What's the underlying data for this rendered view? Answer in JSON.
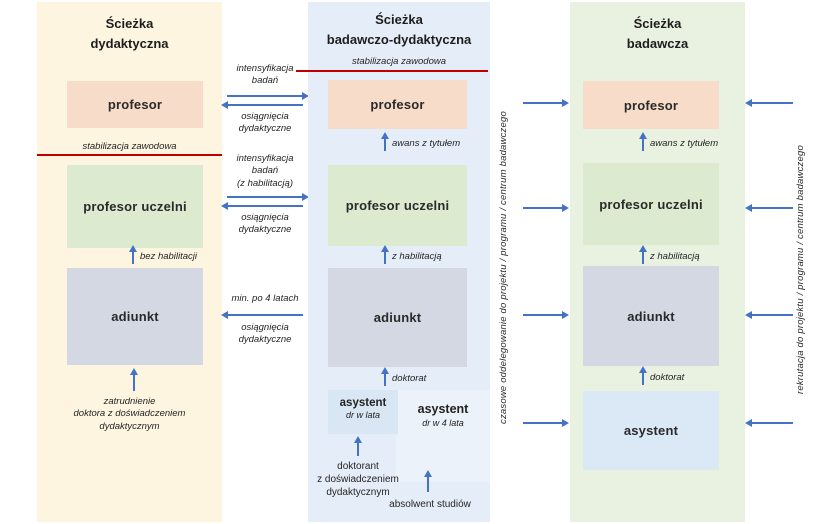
{
  "paths": {
    "didactic": {
      "title": "Ścieżka\ndydaktyczna",
      "stabilization": "stabilizacja zawodowa",
      "boxes": {
        "profesor": "profesor",
        "profesor_uczelni": "profesor uczelni",
        "adiunkt": "adiunkt"
      },
      "arrows": {
        "bez_habilitacji": "bez habilitacji",
        "entry": "zatrudnienie\ndoktora z doświadczeniem\ndydaktycznym"
      }
    },
    "research_didactic": {
      "title": "Ścieżka\nbadawczo-dydaktyczna",
      "stabilization": "stabilizacja zawodowa",
      "boxes": {
        "profesor": "profesor",
        "profesor_uczelni": "profesor uczelni",
        "adiunkt": "adiunkt",
        "asystent_dr": {
          "label": "asystent",
          "note": "dr w lata"
        },
        "asystent_4": {
          "label": "asystent",
          "note": "dr w 4 lata"
        }
      },
      "arrows": {
        "awans_z_tytulem": "awans z tytułem",
        "z_habilitacja": "z habilitacją",
        "doktorat": "doktorat",
        "doktorant": "doktorant\nz doświadczeniem\ndydaktycznym",
        "absolwent": "absolwent studiów"
      }
    },
    "research": {
      "title": "Ścieżka\nbadawcza",
      "boxes": {
        "profesor": "profesor",
        "profesor_uczelni": "profesor uczelni",
        "adiunkt": "adiunkt",
        "asystent": "asystent"
      },
      "arrows": {
        "awans_z_tytulem": "awans z tytułem",
        "z_habilitacja": "z habilitacją",
        "doktorat": "doktorat"
      }
    }
  },
  "transitions": {
    "didactic_research": {
      "intensyfikacja_1": "intensyfikacja\nbadań",
      "osiagniecia_1": "osiągnięcia\ndydaktyczne",
      "intensyfikacja_2": "intensyfikacja\nbadań\n(z habilitacją)",
      "osiagniecia_2": "osiągnięcia\ndydaktyczne",
      "min_po_4_latach": "min. po 4 latach",
      "osiagniecia_3": "osiągnięcia\ndydaktyczne"
    },
    "oddelegowanie": "czasowe oddelegowanie  do projektu / programu /  centrum badawczego",
    "rekrutacja": "rekrutacja do projektu / programu /  centrum badawczego"
  },
  "colors": {
    "didactic_bg": "#fdf5e0",
    "research_didactic_bg": "#e5edf8",
    "research_bg": "#e9f1e1",
    "profesor_box": "#f8dcca",
    "profesor_uczelni_box": "#dceacf",
    "adiunkt_box": "#d3d8e2",
    "asystent_box": "#dbe8f6",
    "stabilization_line": "#c00000",
    "arrow": "#4472c4"
  }
}
